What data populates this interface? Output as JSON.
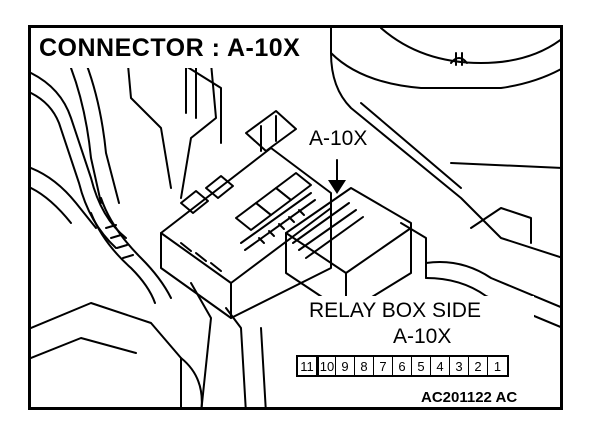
{
  "title": "CONNECTOR : A-10X",
  "callout_label": "A-10X",
  "relay_label_line1": "RELAY BOX SIDE",
  "relay_label_line2": "A-10X",
  "pins": [
    "11",
    "10",
    "9",
    "8",
    "7",
    "6",
    "5",
    "4",
    "3",
    "2",
    "1"
  ],
  "figure_code": "AC201122 AC"
}
